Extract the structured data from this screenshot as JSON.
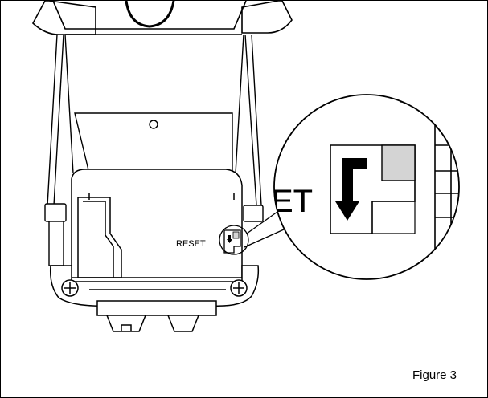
{
  "diagram": {
    "reset_label": "RESET",
    "reset_label_zoomed": "ET",
    "caption": "Figure 3"
  },
  "colors": {
    "line": "#000000",
    "background": "#ffffff",
    "reset_switch_fill": "#d4d4d4"
  }
}
